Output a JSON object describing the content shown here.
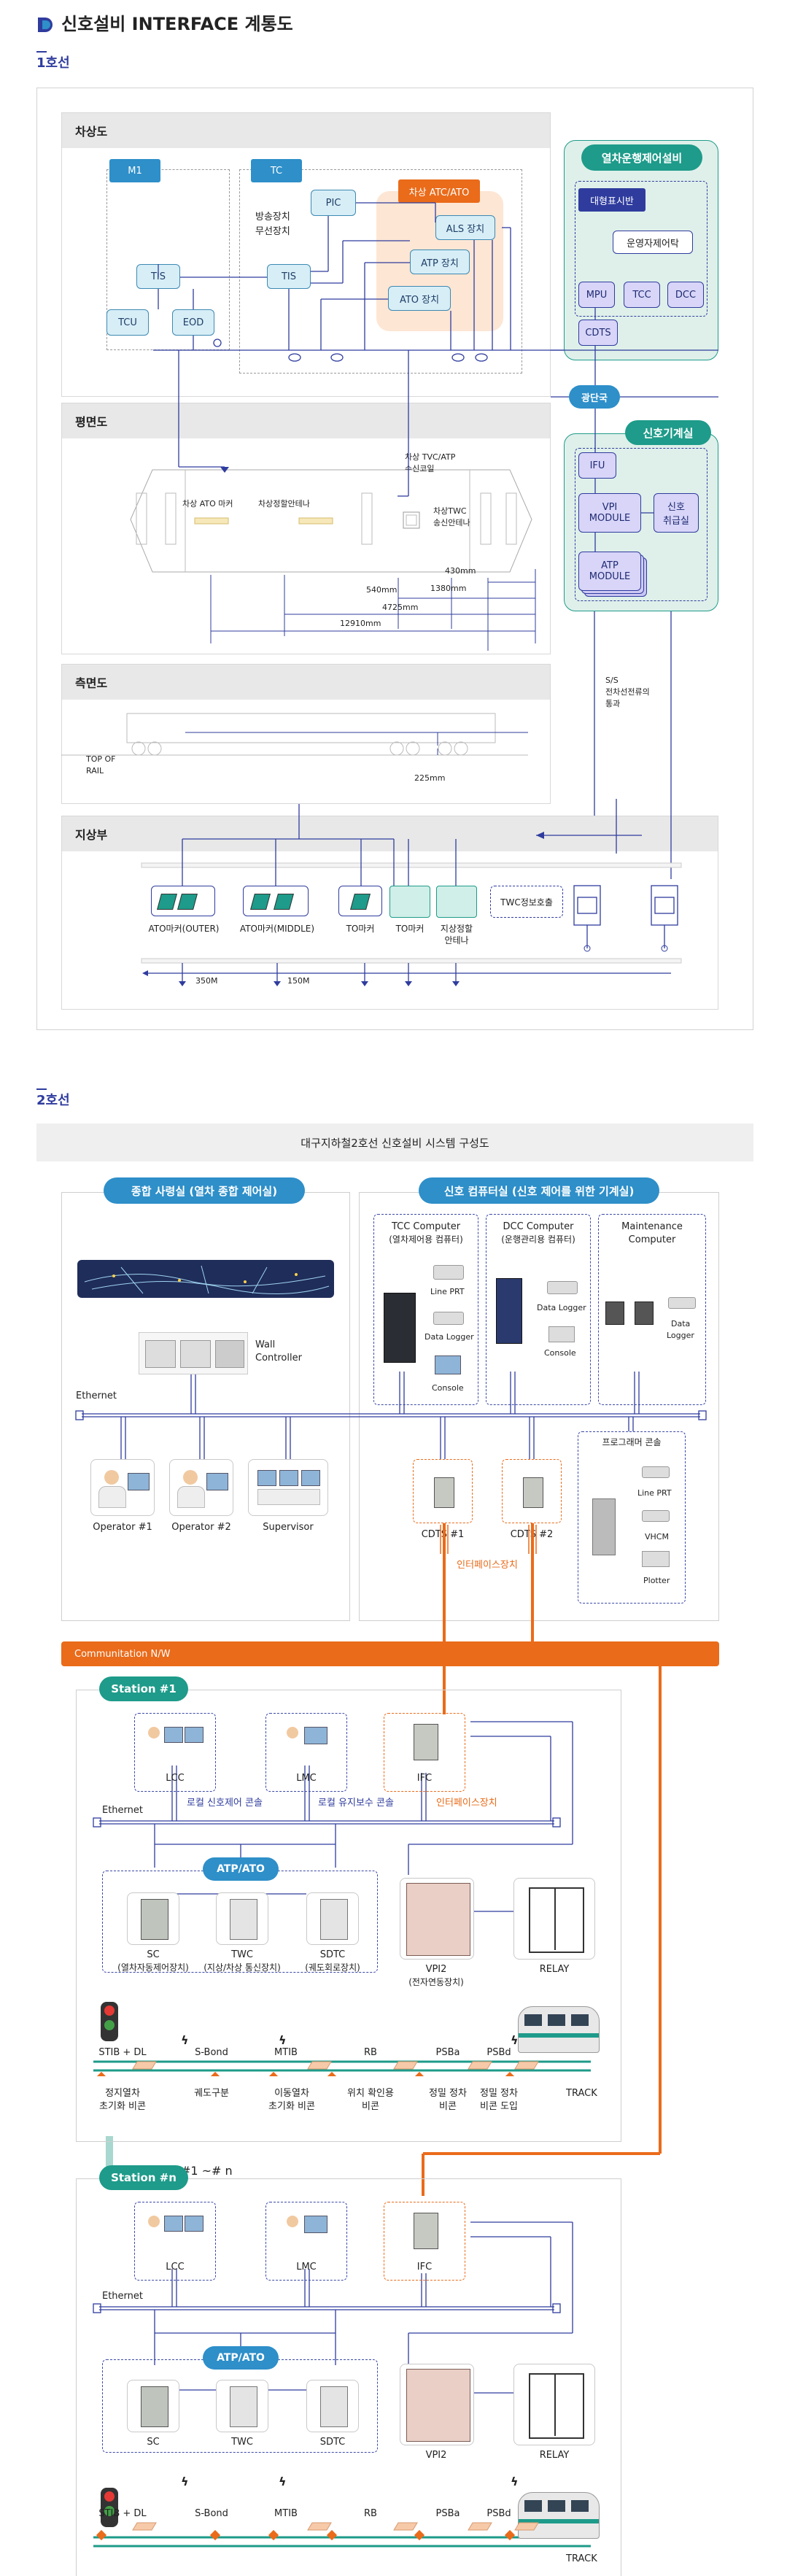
{
  "page": {
    "title": "신호설비 INTERFACE 계통도",
    "logo": "logo-icon"
  },
  "line1": {
    "heading": "1호선",
    "sections": {
      "onboard": "차상도",
      "plan": "평면도",
      "side": "측면도",
      "wayside": "지상부"
    },
    "onboard": {
      "m1": "M1",
      "tc": "TC",
      "pic": "PIC",
      "atc_ato": "차상 ATC/ATO",
      "broadcast": "방송장치",
      "radio": "무선장치",
      "als": "ALS 장치",
      "atp": "ATP 장치",
      "ato": "ATO 장치",
      "tis1": "TIS",
      "tis2": "TIS",
      "tcu": "TCU",
      "eod": "EOD"
    },
    "control": {
      "title": "열차운행제어설비",
      "display": "대형표시반",
      "ops_terminal": "운영자제어탁",
      "mpu": "MPU",
      "tcc": "TCC",
      "dcc": "DCC",
      "cdts": "CDTS"
    },
    "fiber": "광단국",
    "equip": {
      "title": "신호기계실",
      "ifu": "IFU",
      "vpi_l1": "VPI",
      "vpi_l2": "MODULE",
      "handle_l1": "신호",
      "handle_l2": "취급실",
      "atp_l1": "ATP",
      "atp_l2": "MODULE"
    },
    "plan": {
      "tvc_l1": "차상 TVC/ATP",
      "tvc_l2": "수신코일",
      "ato_marker": "차상 ATO 마커",
      "stop_ant": "차상정할안테나",
      "twc_l1": "차상TWC",
      "twc_l2": "송신안테나",
      "d430": "430mm",
      "d540": "540mm",
      "d1380": "1380mm",
      "d4725": "4725mm",
      "d12910": "12910mm"
    },
    "ss": {
      "l1": "S/S",
      "l2": "전차선전류의",
      "l3": "통과"
    },
    "side": {
      "rail_l1": "TOP OF",
      "rail_l2": "RAIL",
      "d225": "225mm"
    },
    "wayside": {
      "ato_outer": "ATO마커(OUTER)",
      "ato_middle": "ATO마커(MIDDLE)",
      "to1": "TO마커",
      "to2": "TO마커",
      "stop_l1": "지상정할",
      "stop_l2": "안테나",
      "twc": "TWC정보호출",
      "d350": "350M",
      "d150": "150M"
    }
  },
  "line2": {
    "heading": "2호선",
    "banner": "대구지하철2호선 신호설비 시스템 구성도",
    "central": {
      "title": "종합 사령실 (열차 종합 제어실)",
      "wall_l1": "Wall",
      "wall_l2": "Controller",
      "ethernet": "Ethernet",
      "op1": "Operator #1",
      "op2": "Operator #2",
      "supervisor": "Supervisor"
    },
    "computer": {
      "title": "신호 컴퓨터실 (신호 제어를 위한 기계실)",
      "tcc_l1": "TCC Computer",
      "tcc_l2": "(열차제어용 컴퓨터)",
      "dcc_l1": "DCC Computer",
      "dcc_l2": "(운행관리용 컴퓨터)",
      "maint_l1": "Maintenance",
      "maint_l2": "Computer",
      "line_prt": "Line PRT",
      "data_logger": "Data Logger",
      "console": "Console",
      "dcc_logger": "Data Logger",
      "dcc_console": "Console",
      "maint_logger_l1": "Data",
      "maint_logger_l2": "Logger",
      "programmer": "프로그래머 콘솔",
      "prog_lineprt": "Line PRT",
      "vhcm": "VHCM",
      "plotter": "Plotter",
      "cdts1": "CDTS #1",
      "cdts2": "CDTS #2",
      "interface": "인터페이스장치"
    },
    "comm_nw": "Communitation N/W",
    "station1": {
      "title": "Station #1",
      "lcc": "LCC",
      "lmc": "LMC",
      "ifc": "IFC",
      "ethernet": "Ethernet",
      "lcc_desc": "로컬 신호제어 콘솔",
      "lmc_desc": "로컬 유지보수 콘솔",
      "ifc_desc": "인터페이스장치",
      "atp_ato": "ATP/ATO",
      "sc": "SC",
      "sc_desc": "(열차자동제어장치)",
      "twc": "TWC",
      "twc_desc": "(지상/차상 통신장치)",
      "sdtc": "SDTC",
      "sdtc_desc": "(궤도회로장치)",
      "vpi2": "VPI2",
      "vpi2_desc": "(전자연동장치)",
      "relay": "RELAY",
      "stib": "STIB + DL",
      "sbond": "S-Bond",
      "mtib": "MTIB",
      "rb": "RB",
      "psba": "PSBa",
      "psbd": "PSBd",
      "d_stib_l1": "정지열차",
      "d_stib_l2": "초기화 비콘",
      "d_sbond": "궤도구분",
      "d_mtib_l1": "이동열차",
      "d_mtib_l2": "초기화 비콘",
      "d_rb_l1": "위치 확인용",
      "d_rb_l2": "비콘",
      "d_psba_l1": "정밀 정차",
      "d_psba_l2": "비콘",
      "d_psbd_l1": "정밀 정차",
      "d_psbd_l2": "비콘 도입",
      "track": "TRACK"
    },
    "between": "Station #1 ~# n",
    "stationN": {
      "title": "Station #n",
      "lcc": "LCC",
      "lmc": "LMC",
      "ifc": "IFC",
      "ethernet": "Ethernet",
      "atp_ato": "ATP/ATO",
      "sc": "SC",
      "twc": "TWC",
      "sdtc": "SDTC",
      "vpi2": "VPI2",
      "relay": "RELAY",
      "stib": "STIB + DL",
      "sbond": "S-Bond",
      "mtib": "MTIB",
      "rb": "RB",
      "psba": "PSBa",
      "psbd": "PSBd",
      "track": "TRACK"
    }
  },
  "colors": {
    "teal": "#1e9b8a",
    "blue": "#2e8fc9",
    "navy": "#2f3c9e",
    "orange": "#ea6b1a",
    "lightgreen": "#dff0ea"
  }
}
